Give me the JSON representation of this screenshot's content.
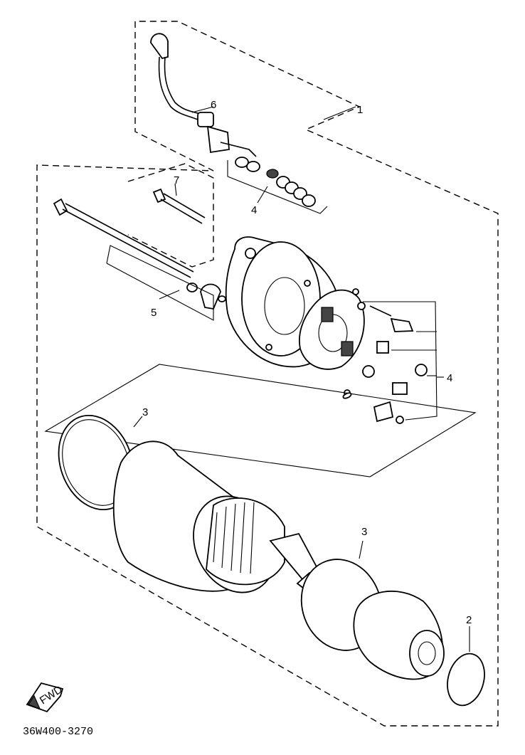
{
  "diagram": {
    "code": "36W400-3270",
    "fwd_label": "FWD",
    "callouts": [
      {
        "id": "c1",
        "text": "1"
      },
      {
        "id": "c2",
        "text": "2"
      },
      {
        "id": "c3a",
        "text": "3"
      },
      {
        "id": "c3b",
        "text": "3"
      },
      {
        "id": "c4a",
        "text": "4"
      },
      {
        "id": "c4b",
        "text": "4"
      },
      {
        "id": "c5",
        "text": "5"
      },
      {
        "id": "c6",
        "text": "6"
      },
      {
        "id": "c7",
        "text": "7"
      }
    ]
  }
}
